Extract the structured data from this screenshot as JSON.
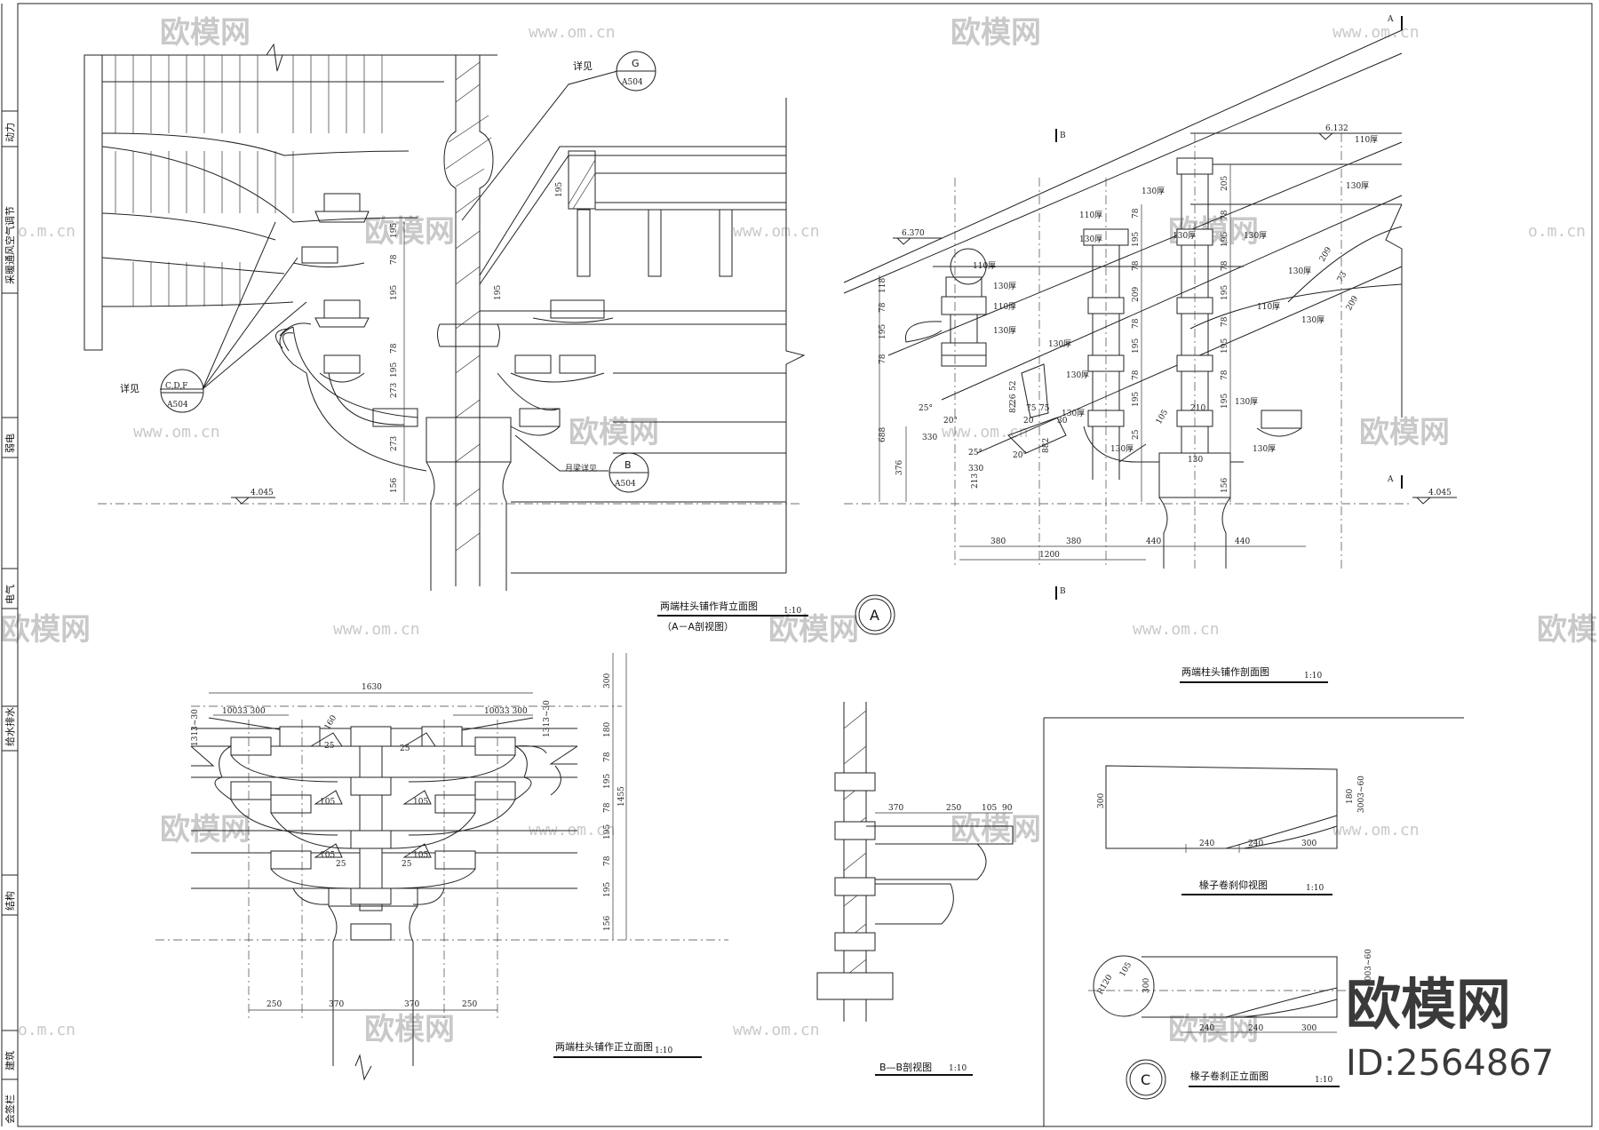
{
  "sidebar": {
    "labels": [
      "动力",
      "采暖通风空气调节",
      "弱电",
      "电气",
      "给水排水",
      "结构",
      "建筑",
      "会签栏"
    ]
  },
  "watermark": {
    "brand": "欧模网",
    "site": "www.om.cn",
    "site_partial": "o.m.cn"
  },
  "brand_overlay": {
    "name": "欧模网",
    "id": "ID:2564867"
  },
  "callouts": {
    "detail_label": "详见",
    "g": {
      "top": "G",
      "bottom": "A504"
    },
    "cdf": {
      "top": "C,D,F",
      "bottom": "A504"
    },
    "b": {
      "prefix": "月梁详见",
      "top": "B",
      "bottom": "A504"
    }
  },
  "section_marks": {
    "a": "A",
    "b": "B"
  },
  "elevations": {
    "base": "4.045",
    "top_mid": "6.370",
    "top_right": "6.132"
  },
  "titles": {
    "view_a": "两端柱头铺作背立面图",
    "view_a_sub": "（A－A剖视图）",
    "view_a_scale": "1:10",
    "view_a_circle": "A",
    "view_section": "两端柱头铺作剖面图",
    "view_section_scale": "1:10",
    "view_front": "两端柱头铺作正立面图",
    "view_front_scale": "1:10",
    "view_bb": "B—B剖视图",
    "view_bb_scale": "1:10",
    "view_roll_plan": "椽子卷刹仰视图",
    "view_roll_plan_scale": "1:10",
    "view_roll_front": "椽子卷刹正立面图",
    "view_roll_front_scale": "1:10",
    "view_c_circle": "C"
  },
  "dims": {
    "a_vertical": [
      "195",
      "78",
      "195",
      "78",
      "195",
      "273",
      "273",
      "156"
    ],
    "a_beam": "195",
    "a_small": "195",
    "sec_left_vertical": [
      "118",
      "78",
      "195",
      "78"
    ],
    "sec_688": "688",
    "sec_376": "376",
    "sec_330a": "330",
    "sec_330b": "330",
    "sec_213": "213",
    "sec_882": "882",
    "sec_20a": "20°",
    "sec_20b": "20°",
    "sec_25a": "25°",
    "sec_25b": "25°",
    "sec_small": [
      "52",
      "26",
      "82",
      "75",
      "75",
      "20",
      "30"
    ],
    "sec_mid_vertical": [
      "78",
      "195",
      "78",
      "209",
      "78",
      "195",
      "78",
      "195",
      "25"
    ],
    "sec_right_vertical": [
      "205",
      "78",
      "195",
      "78",
      "195",
      "78",
      "195",
      "78",
      "195",
      "156"
    ],
    "sec_bottom": [
      "380",
      "380",
      "440",
      "440"
    ],
    "sec_total": "1200",
    "sec_210": "210",
    "sec_130": "130",
    "sec_105": "105",
    "sec_diag": [
      "209",
      "73",
      "209"
    ],
    "sec_thk": [
      "110厚",
      "130厚",
      "130厚",
      "110厚",
      "130厚",
      "130厚",
      "110厚",
      "130厚",
      "110厚",
      "130厚",
      "130厚",
      "110厚",
      "130厚",
      "130厚",
      "130厚",
      "130厚",
      "130厚",
      "130厚",
      "130厚",
      "130厚"
    ],
    "front_top": "1630",
    "front_left": "10033 300",
    "front_right": "10033 300",
    "front_side_l": "1313~30",
    "front_side_r": "1313~30",
    "front_vertical": [
      "300",
      "180",
      "78",
      "195",
      "78",
      "195",
      "78",
      "195",
      "156"
    ],
    "front_total_v": "1455",
    "front_bottom": [
      "250",
      "370",
      "370",
      "250"
    ],
    "front_angles": [
      "160",
      "25",
      "25",
      "105",
      "105",
      "105",
      "105",
      "25",
      "25"
    ],
    "bb_horiz": [
      "370",
      "250",
      "105",
      "90"
    ],
    "roll_plan_v": "300",
    "roll_plan_r": "180",
    "roll_plan_rr": "3003~60",
    "roll_plan_bottom": [
      "240",
      "240",
      "300"
    ],
    "roll_front_v": "300",
    "roll_front_r": "3003~60",
    "roll_front_d": [
      "R120",
      "105"
    ],
    "roll_front_bottom": [
      "240",
      "240",
      "300"
    ]
  }
}
